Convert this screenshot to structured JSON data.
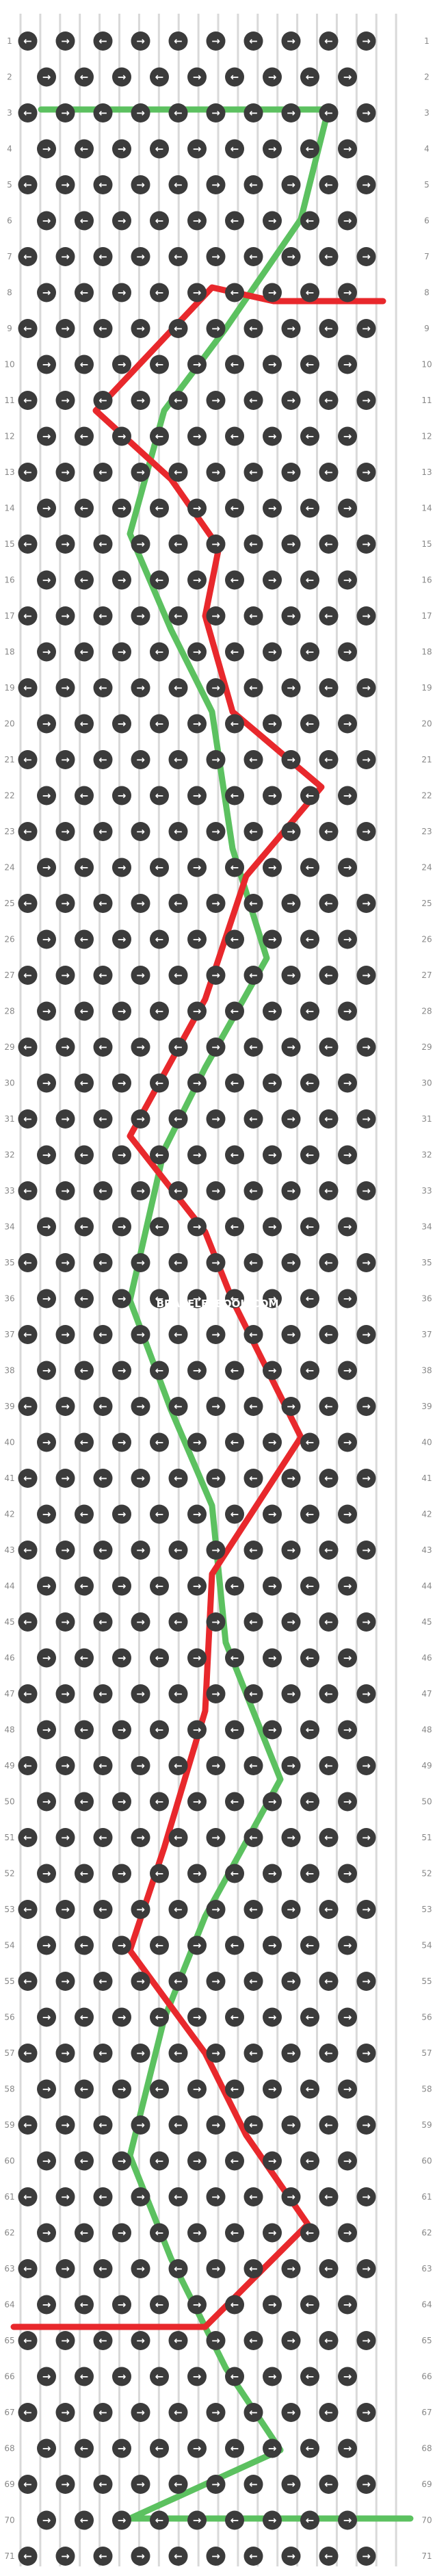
{
  "watermark": "BRACELETBOOK.COM",
  "colors": {
    "background": "#ffffff",
    "knot_dark": "#3b3b3b",
    "knot_green": "#5cc160",
    "knot_red": "#e8282c",
    "strand_light": "#eeeeee",
    "label": "#888888"
  },
  "pattern": {
    "strings": 20,
    "rows": 71,
    "row_labels": [
      "1",
      "2",
      "3",
      "4",
      "5",
      "6",
      "7",
      "8",
      "9",
      "10",
      "11",
      "12",
      "13",
      "14",
      "15",
      "16",
      "17",
      "18",
      "19",
      "20",
      "21",
      "22",
      "23",
      "24",
      "25",
      "26",
      "27",
      "28",
      "29",
      "30",
      "31",
      "32",
      "33",
      "34",
      "35",
      "36",
      "37",
      "38",
      "39",
      "40",
      "41",
      "42",
      "43",
      "44",
      "45",
      "46",
      "47",
      "48",
      "49",
      "50",
      "51",
      "52",
      "53",
      "54",
      "55",
      "56",
      "57",
      "58",
      "59",
      "60",
      "61",
      "62",
      "63",
      "64",
      "65",
      "66",
      "67",
      "68",
      "69",
      "70",
      "71"
    ],
    "arrows": {
      "right": "→",
      "left": "←"
    }
  }
}
